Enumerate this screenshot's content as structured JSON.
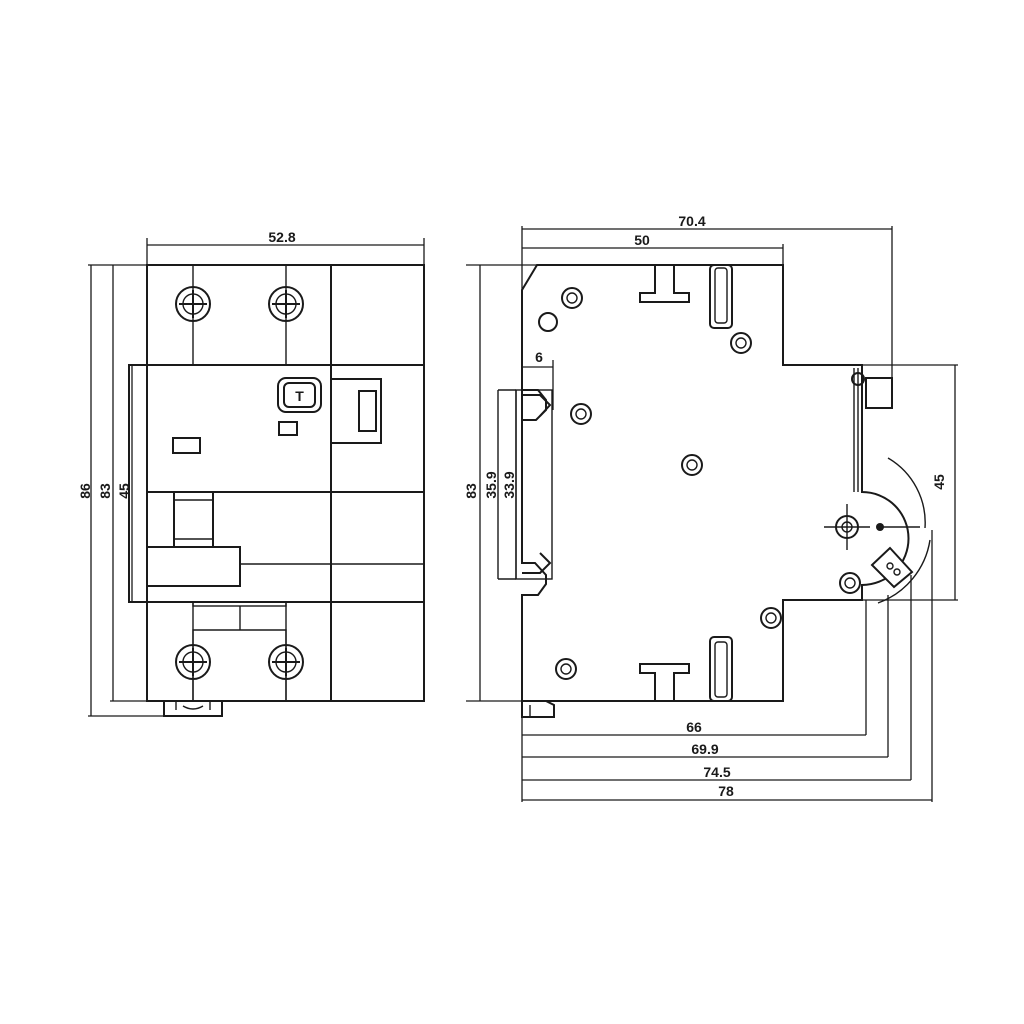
{
  "front_view": {
    "width": "52.8",
    "height_overall": "86",
    "height_body": "83",
    "height_front": "45",
    "test_button": "T"
  },
  "side_view": {
    "depth_top": "70.4",
    "depth_shoulder": "50",
    "rail_lip": "6",
    "height": "83",
    "rail_outer": "35.9",
    "rail_inner": "33.9",
    "lever_height": "45",
    "depth_66": "66",
    "depth_69_9": "69.9",
    "depth_74_5": "74.5",
    "depth_78": "78"
  }
}
